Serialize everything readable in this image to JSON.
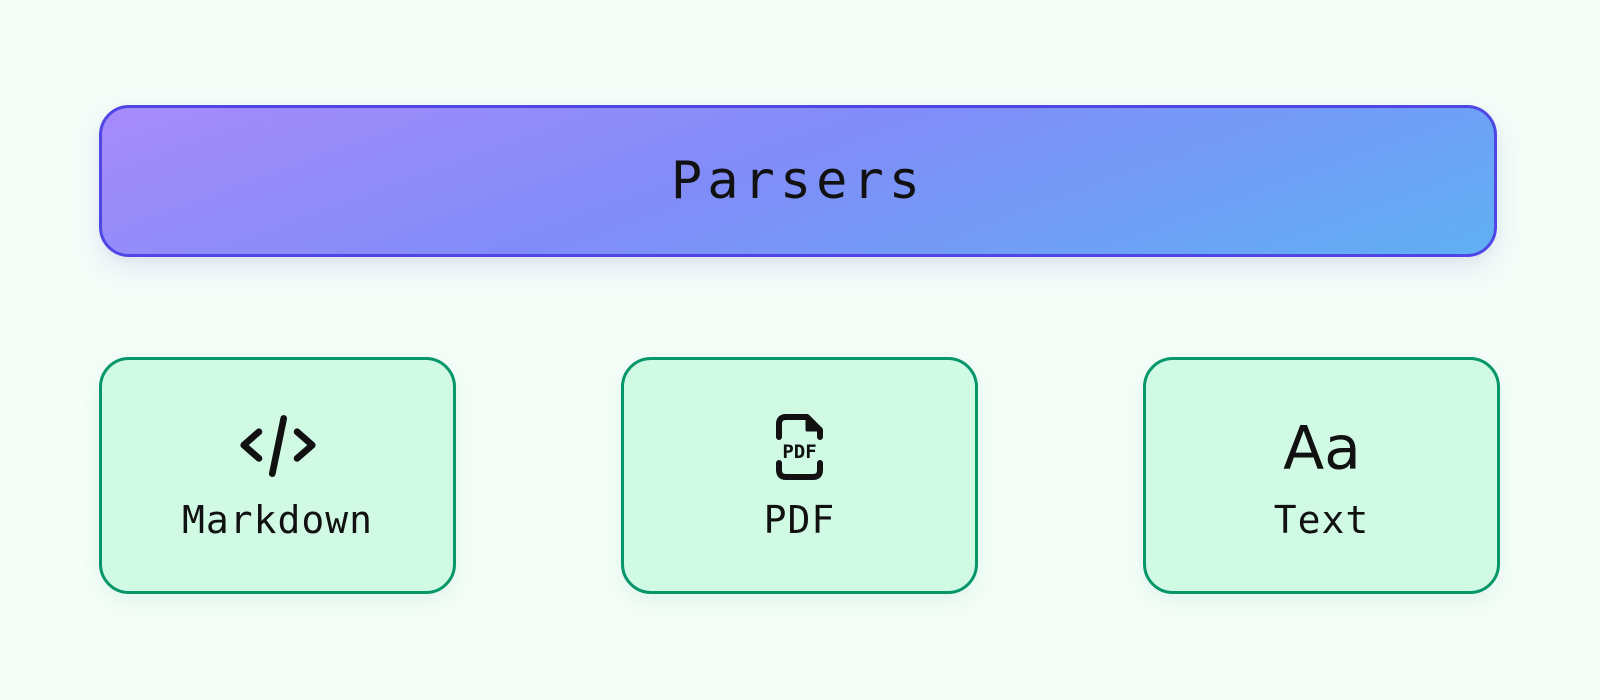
{
  "header": {
    "title": "Parsers",
    "border_color": "#4f46e5",
    "gradient": [
      "#a78bfa",
      "#818cf8",
      "#60b0f4"
    ]
  },
  "cards": [
    {
      "label": "Markdown",
      "icon": "code-icon"
    },
    {
      "label": "PDF",
      "icon": "pdf-file-icon",
      "icon_text": "PDF"
    },
    {
      "label": "Text",
      "icon": "text-font-icon",
      "icon_text": "Aa"
    }
  ],
  "colors": {
    "background": "#f4fdf8",
    "card_fill": "#d1fae5",
    "card_border": "#059669",
    "text": "#111111"
  }
}
